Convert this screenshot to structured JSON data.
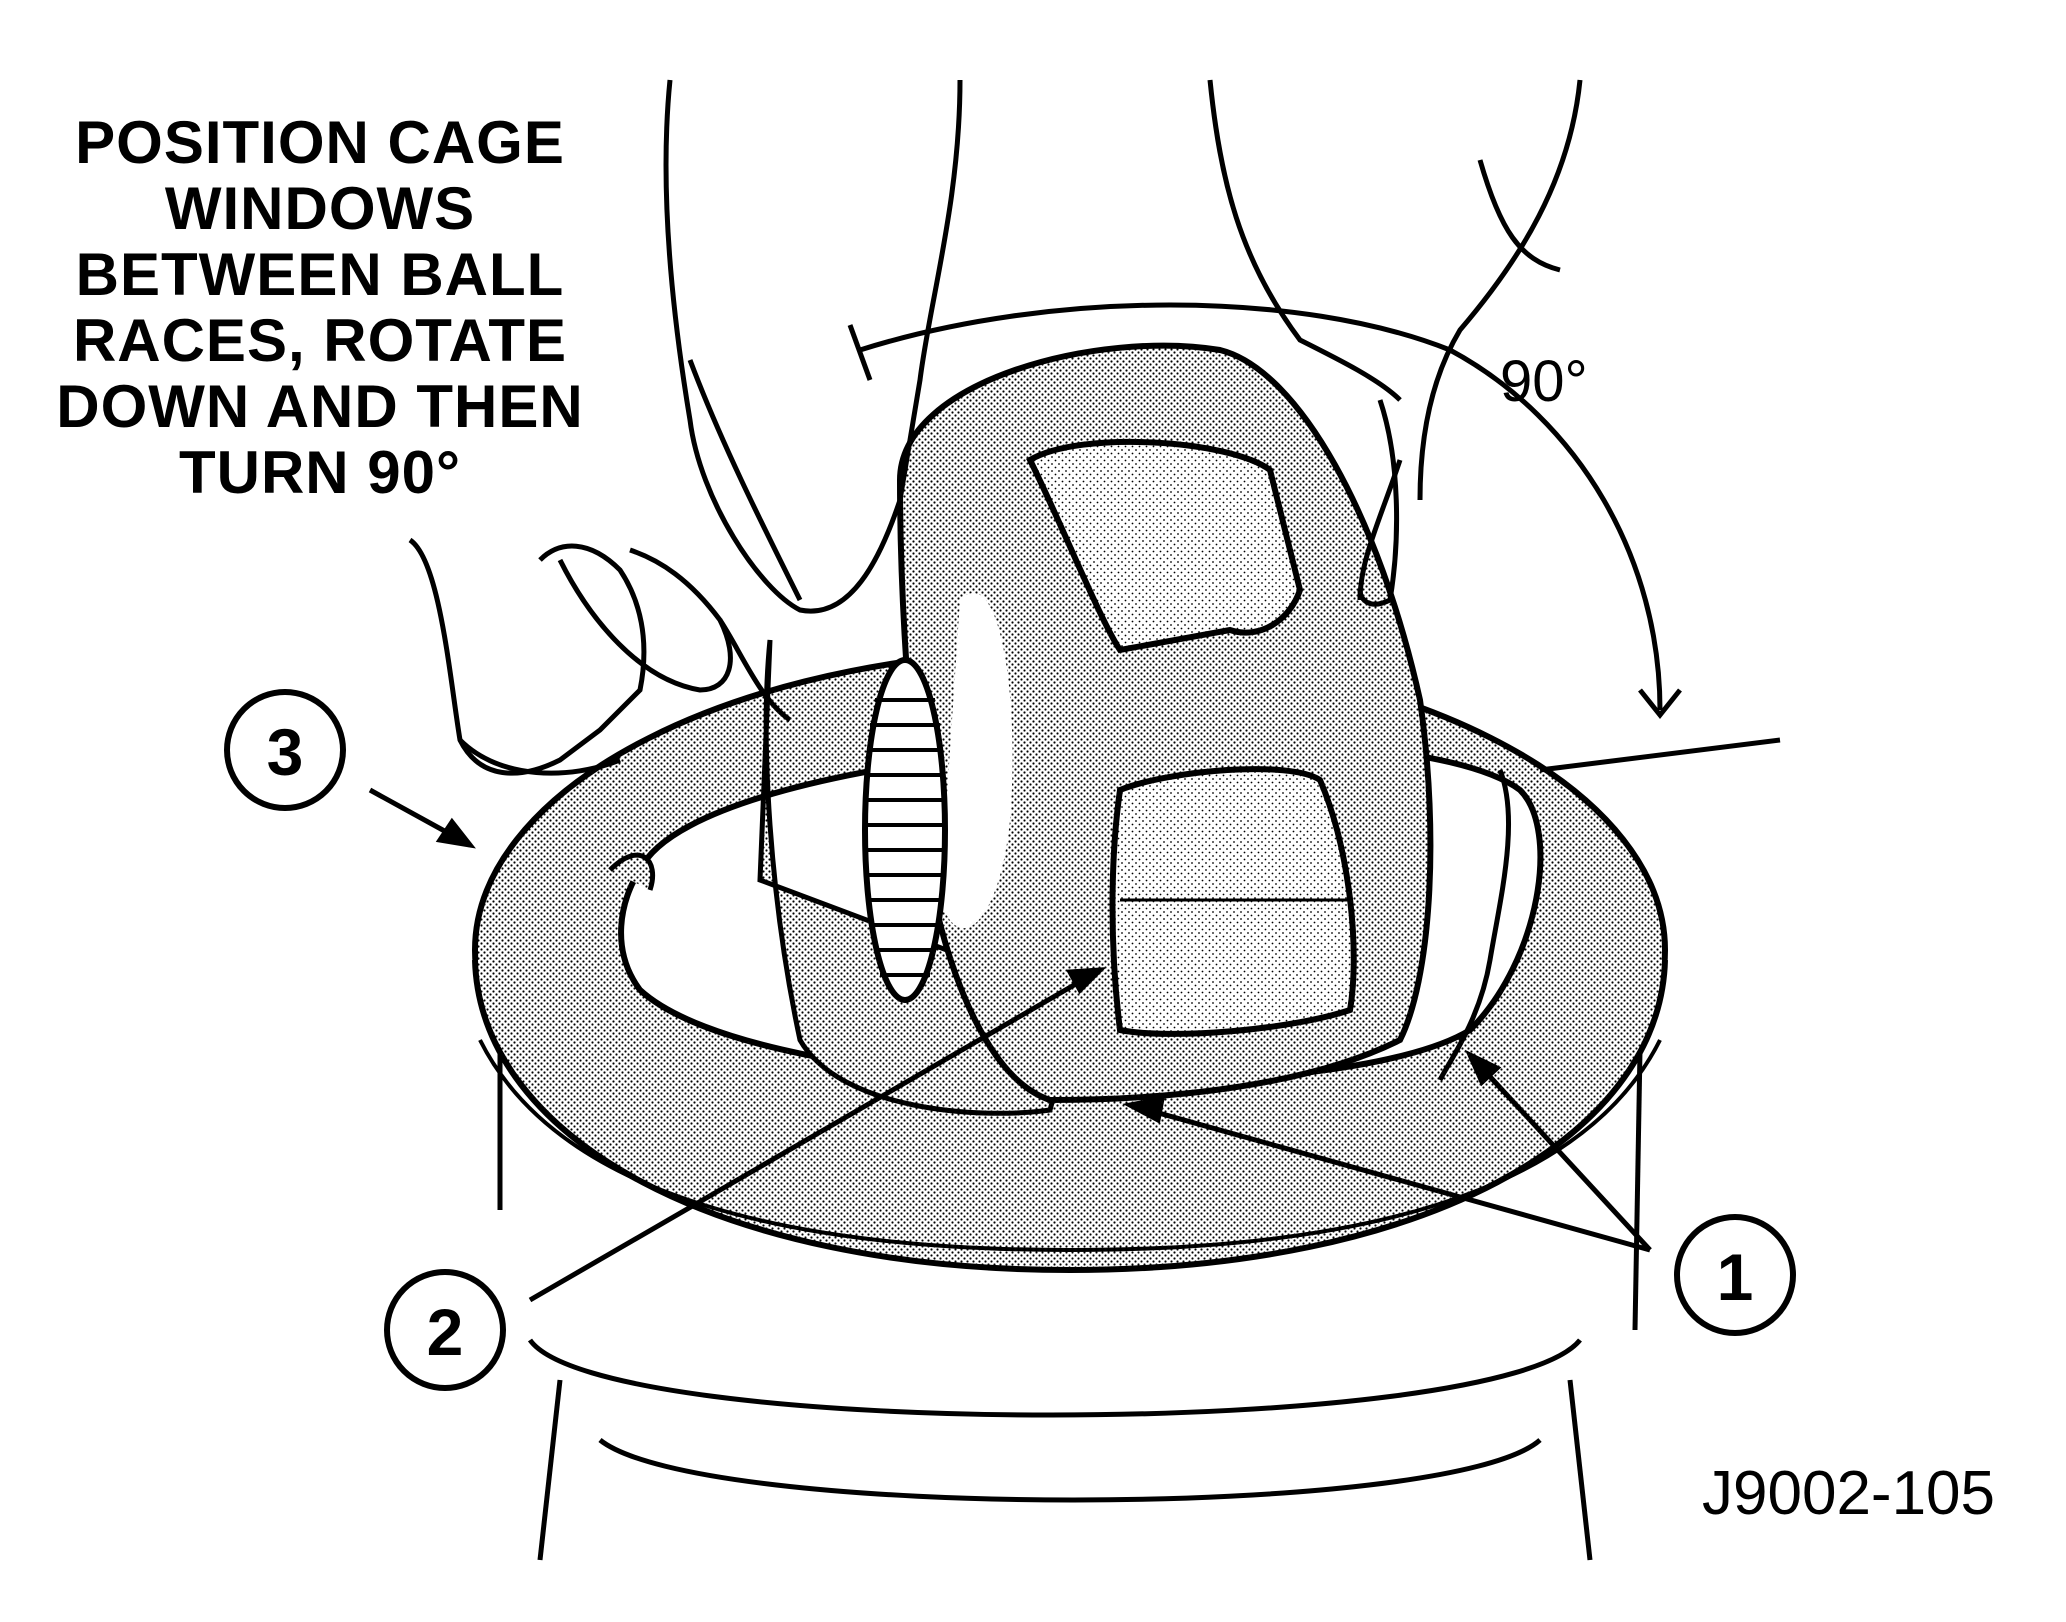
{
  "instruction": {
    "lines": [
      "POSITION CAGE",
      "WINDOWS",
      "BETWEEN BALL",
      "RACES, ROTATE",
      "DOWN AND THEN",
      "TURN 90°"
    ]
  },
  "angle_label": "90°",
  "callouts": {
    "c1": "1",
    "c2": "2",
    "c3": "3"
  },
  "figure_id": "J9002-105"
}
